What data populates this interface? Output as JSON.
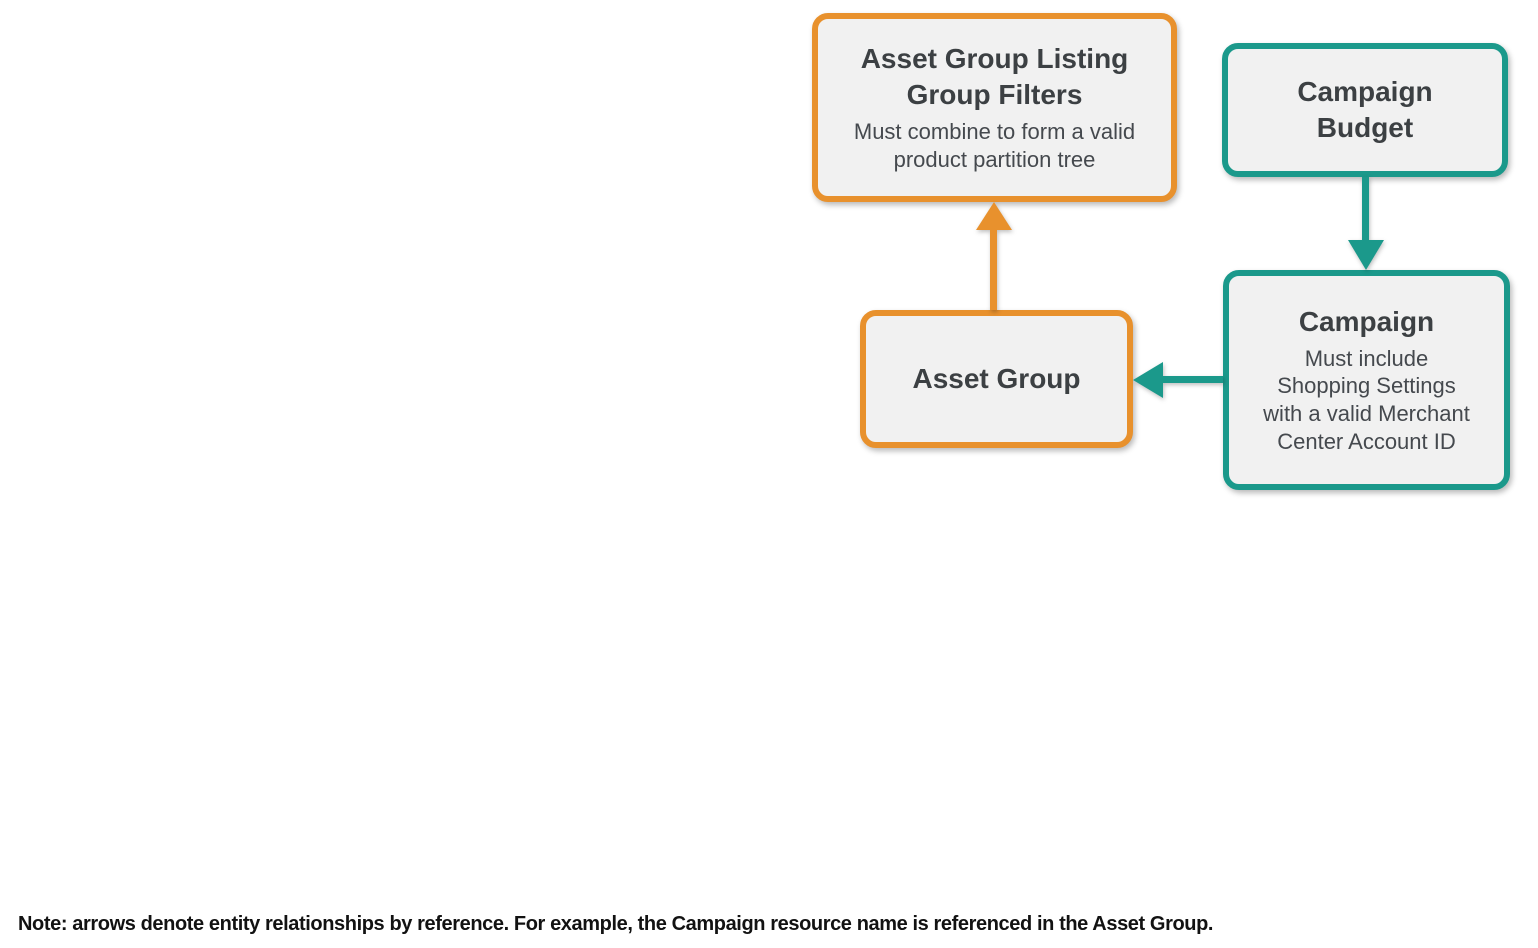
{
  "colors": {
    "orange": "#E8912D",
    "teal": "#1B998B",
    "box_fill": "#F1F1F1",
    "title_text": "#3C4043",
    "subtitle_text": "#45494E",
    "note_text": "#121212"
  },
  "nodes": {
    "listing_filters": {
      "title": "Asset Group Listing\nGroup Filters",
      "subtitle": "Must combine to form a valid\nproduct partition tree",
      "accent": "orange"
    },
    "campaign_budget": {
      "title": "Campaign\nBudget",
      "accent": "teal"
    },
    "asset_group": {
      "title": "Asset Group",
      "accent": "orange"
    },
    "campaign": {
      "title": "Campaign",
      "subtitle": "Must include\nShopping Settings\nwith a valid Merchant\nCenter Account ID",
      "accent": "teal"
    }
  },
  "relationships": [
    {
      "from": "asset_group",
      "to": "listing_filters",
      "color": "orange",
      "direction": "up"
    },
    {
      "from": "campaign_budget",
      "to": "campaign",
      "color": "teal",
      "direction": "down"
    },
    {
      "from": "campaign",
      "to": "asset_group",
      "color": "teal",
      "direction": "left"
    }
  ],
  "note": "Note: arrows denote entity relationships by reference. For example, the Campaign resource name is referenced in the Asset Group."
}
